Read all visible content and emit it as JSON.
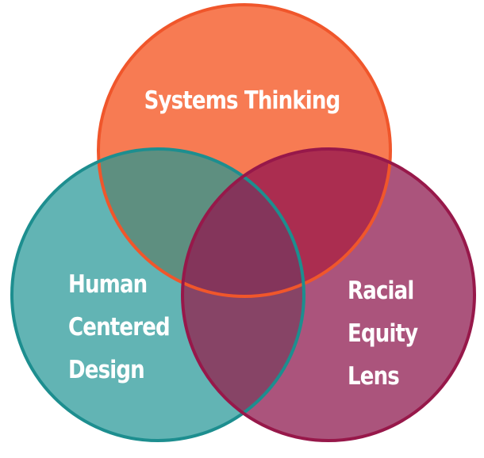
{
  "diagram": {
    "circles": [
      {
        "id": "systems",
        "label_lines": [
          "Systems Thinking"
        ],
        "fill": "#f77b53",
        "stroke": "#f0562b"
      },
      {
        "id": "human",
        "label_lines": [
          "Human",
          "Centered",
          "Design"
        ],
        "fill": "#62b4b4",
        "stroke": "#1d8e8f"
      },
      {
        "id": "racial",
        "label_lines": [
          "Racial",
          "Equity",
          "Lens"
        ],
        "fill": "#ab547c",
        "stroke": "#97184a"
      }
    ],
    "overlaps": {
      "systems_human": "#5e8f80",
      "systems_racial": "#ab2d50",
      "human_racial": "#874466",
      "all_three": "#84355b"
    }
  }
}
